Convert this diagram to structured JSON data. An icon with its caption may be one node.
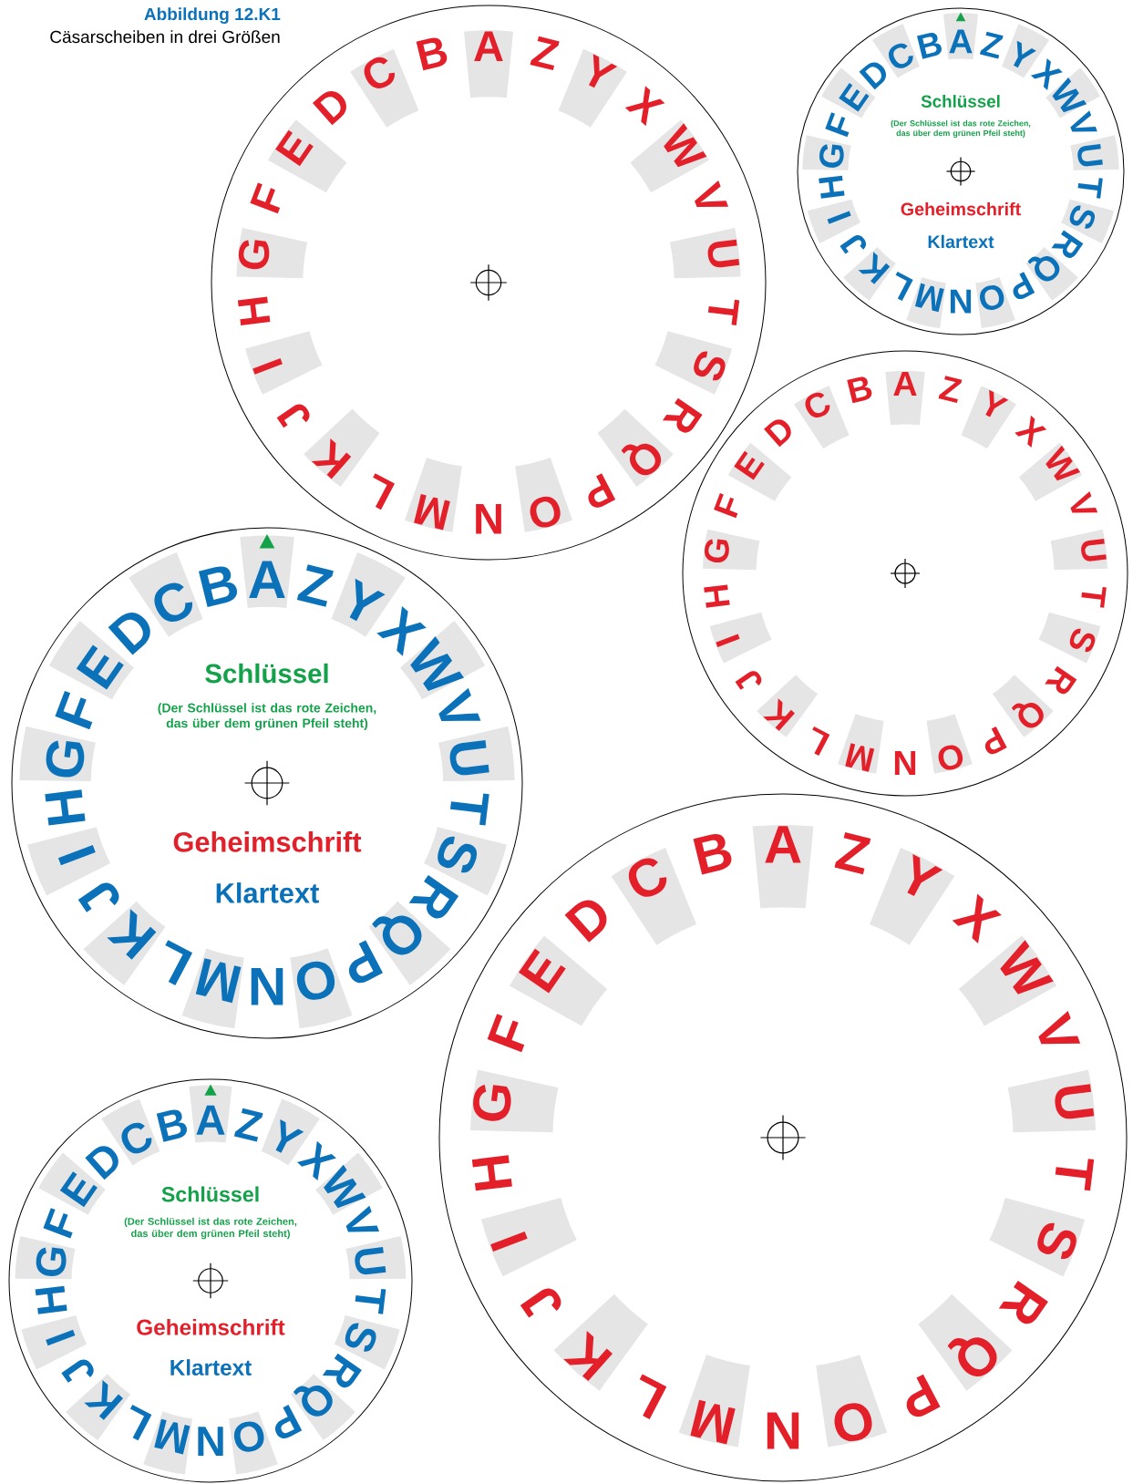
{
  "diagram": {
    "title": "Cäsarscheiben in drei Größen",
    "nodes": [
      {
        "text": [
          "A",
          "B",
          "C",
          "D",
          "E",
          "F",
          "G",
          "H",
          "I",
          "J",
          "K",
          "L",
          "M",
          "N",
          "O",
          "P",
          "Q",
          "R",
          "S",
          "T",
          "U",
          "V",
          "W",
          "X",
          "Y",
          "Z"
        ]
      },
      {
        "text": [
          "A",
          "B",
          "C",
          "D",
          "E",
          "F",
          "G",
          "H",
          "I",
          "J",
          "K",
          "L",
          "M",
          "N",
          "O",
          "P",
          "Q",
          "R",
          "S",
          "T",
          "U",
          "V",
          "W",
          "X",
          "Y",
          "Z",
          "Schlüssel",
          "(Der Schlüssel ist das rote Zeichen, das über dem grünen Pfeil steht)",
          "Geheimschrift",
          "Klartext"
        ]
      },
      {
        "text": [
          "A",
          "B",
          "C",
          "D",
          "E",
          "F",
          "G",
          "H",
          "I",
          "J",
          "K",
          "L",
          "M",
          "N",
          "O",
          "P",
          "Q",
          "R",
          "S",
          "T",
          "U",
          "V",
          "W",
          "X",
          "Y",
          "Z"
        ]
      },
      {
        "text": [
          "A",
          "B",
          "C",
          "D",
          "E",
          "F",
          "G",
          "H",
          "I",
          "J",
          "K",
          "L",
          "M",
          "N",
          "O",
          "P",
          "Q",
          "R",
          "S",
          "T",
          "U",
          "V",
          "W",
          "X",
          "Y",
          "Z",
          "Schlüssel",
          "(Der Schlüssel ist das rote Zeichen, das über dem grünen Pfeil steht)",
          "Geheimschrift",
          "Klartext"
        ]
      },
      {
        "text": [
          "A",
          "B",
          "C",
          "D",
          "E",
          "F",
          "G",
          "H",
          "I",
          "J",
          "K",
          "L",
          "M",
          "N",
          "O",
          "P",
          "Q",
          "R",
          "S",
          "T",
          "U",
          "V",
          "W",
          "X",
          "Y",
          "Z"
        ]
      },
      {
        "text": [
          "A",
          "B",
          "C",
          "D",
          "E",
          "F",
          "G",
          "H",
          "I",
          "J",
          "K",
          "L",
          "M",
          "N",
          "O",
          "P",
          "Q",
          "R",
          "S",
          "T",
          "U",
          "V",
          "W",
          "X",
          "Y",
          "Z",
          "Schlüssel",
          "(Der Schlüssel ist das rote Zeichen, das über dem grünen Pfeil steht)",
          "Geheimschrift",
          "Klartext"
        ]
      }
    ],
    "labels": [
      "Abbildung 12.K1"
    ]
  }
}
